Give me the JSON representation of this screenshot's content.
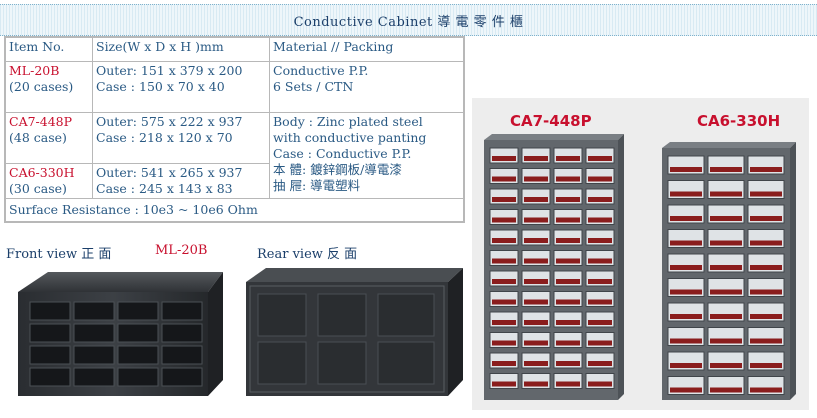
{
  "title": "Conductive Cabinet 導 電 零 件 櫃",
  "table": {
    "headers": [
      "Item No.",
      "Size(W x D x H )mm",
      "Material // Packing"
    ],
    "rows": [
      {
        "item": "ML-20B",
        "qty": "(20 cases)",
        "outer": "Outer: 151 x 379 x 200",
        "case": "Case : 150 x 70 x 40"
      },
      {
        "item": "CA7-448P",
        "qty": "(48 case)",
        "outer": "Outer: 575 x 222 x 937",
        "case": "Case : 218 x 120 x 70"
      },
      {
        "item": "CA6-330H",
        "qty": "(30 case)",
        "outer": "Outer: 541 x 265 x 937",
        "case": "Case : 245 x 143 x 83"
      }
    ],
    "material_1": [
      "Conductive P.P.",
      "6 Sets / CTN"
    ],
    "material_2": [
      "Body : Zinc plated steel",
      "with conductive panting",
      "Case : Conductive P.P.",
      "本 體: 鍍鋅鋼板/導電漆",
      "抽 屜: 導電塑料"
    ],
    "footer": "Surface Resistance : 10e3 ~ 10e6 Ohm"
  },
  "views": {
    "front": "Front view 正 面",
    "model": "ML-20B",
    "rear": "Rear view 反 面"
  },
  "cabinets": {
    "left_label": "CA7-448P",
    "right_label": "CA6-330H"
  }
}
